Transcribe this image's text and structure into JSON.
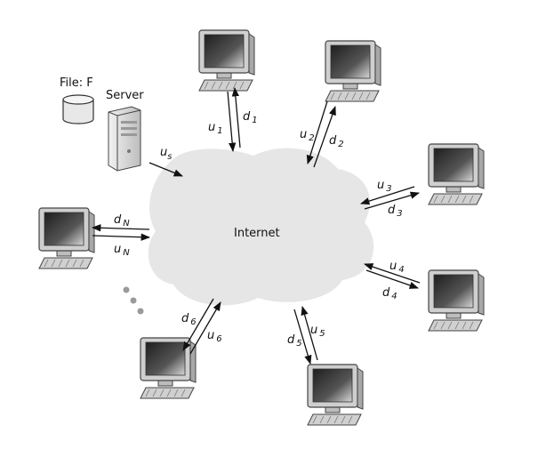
{
  "file_label": "File:  F",
  "server_label": "Server",
  "cloud_label": "Internet",
  "uplink_server": {
    "var": "u",
    "sub": "s"
  },
  "peers": [
    {
      "up_var": "u",
      "up_sub": "1",
      "down_var": "d",
      "down_sub": "1"
    },
    {
      "up_var": "u",
      "up_sub": "2",
      "down_var": "d",
      "down_sub": "2"
    },
    {
      "up_var": "u",
      "up_sub": "3",
      "down_var": "d",
      "down_sub": "3"
    },
    {
      "up_var": "u",
      "up_sub": "4",
      "down_var": "d",
      "down_sub": "4"
    },
    {
      "up_var": "u",
      "up_sub": "5",
      "down_var": "d",
      "down_sub": "5"
    },
    {
      "up_var": "u",
      "up_sub": "6",
      "down_var": "d",
      "down_sub": "6"
    },
    {
      "up_var": "u",
      "up_sub": "N",
      "down_var": "d",
      "down_sub": "N"
    }
  ],
  "colors": {
    "cloud": "#e6e6e6",
    "monitor_frame": "#cfcfcf",
    "screen_dark": "#3a3a3a",
    "arrow": "#111111",
    "ellipsis_dots": "#9a9a9a"
  },
  "icons": [
    "database-icon",
    "server-tower-icon",
    "desktop-computer-icon",
    "internet-cloud-icon"
  ]
}
